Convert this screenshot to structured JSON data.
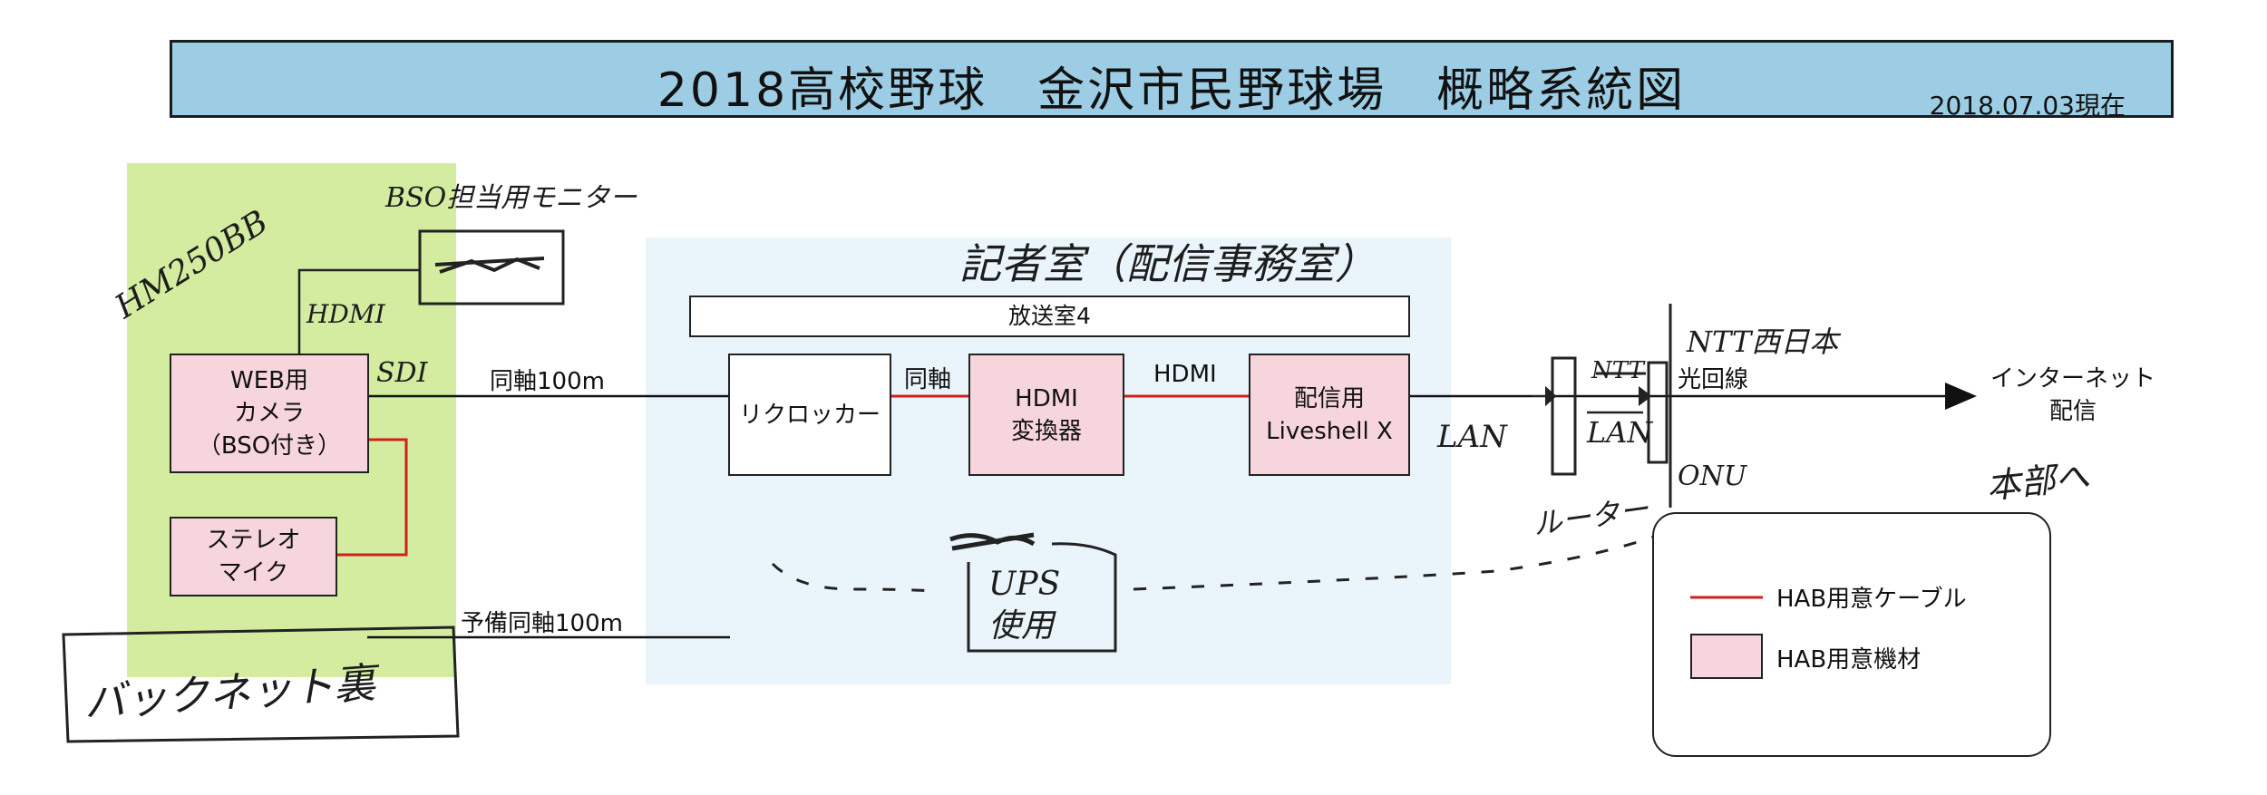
{
  "header": {
    "title": "2018高校野球　金沢市民野球場　概略系統図",
    "date": "2018.07.03現在"
  },
  "devices": {
    "web_camera": "WEB用\nカメラ\n（BSO付き）",
    "stereo_mic": "ステレオ\nマイク",
    "reclocker": "リクロッカー",
    "hdmi_converter": "HDMI\n変換器",
    "liveshell": "配信用\nLiveshell X",
    "broadcast_room": "放送室4"
  },
  "labels": {
    "coax_100m": "同軸100m",
    "spare_coax_100m": "予備同軸100m",
    "coax": "同軸",
    "hdmi": "HDMI",
    "fiber": "光回線",
    "internet": "インターネット\n配信"
  },
  "handwritten": {
    "bso_monitor": "BSO担当用モニター",
    "camera_model": "HM250BB",
    "hdmi": "HDMI",
    "sdi": "SDI",
    "press_room": "記者室（配信事務室）",
    "lan_1": "LAN",
    "lan_2": "LAN",
    "ntt": "NTT",
    "ntt_west": "NTT西日本",
    "onu": "ONU",
    "router": "ルーター",
    "to_hq": "本部へ",
    "ups": "UPS\n使用",
    "backnet": "バックネット裏"
  },
  "legend": {
    "cable_label": "HAB用意ケーブル",
    "equipment_label": "HAB用意機材",
    "cable_color": "#d21f1f",
    "equipment_color": "#f7d5dd"
  },
  "colors": {
    "title_bg": "#9ccde4",
    "green_zone": "#d3ec9f",
    "blue_zone": "#eaf4fb"
  }
}
